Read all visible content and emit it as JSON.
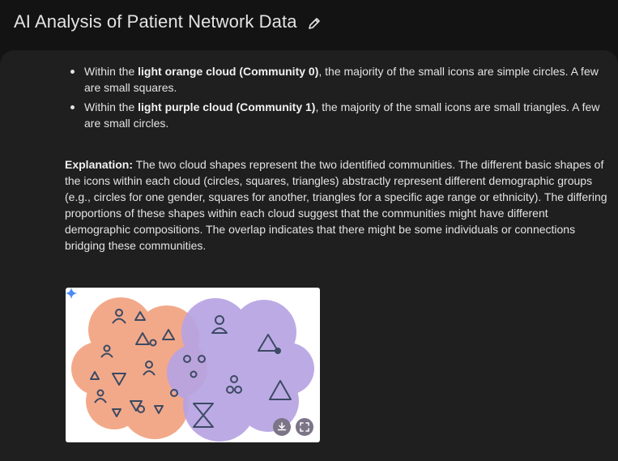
{
  "header": {
    "title": "AI Analysis of Patient Network Data"
  },
  "bullets": [
    {
      "pre": "Within the ",
      "bold": "light orange cloud (Community 0)",
      "post": ", the majority of the small icons are simple circles. A few are small squares."
    },
    {
      "pre": "Within the ",
      "bold": "light purple cloud (Community 1)",
      "post": ", the majority of the small icons are small triangles. A few are small circles."
    }
  ],
  "explanation": {
    "label": "Explanation:",
    "text": " The two cloud shapes represent the two identified communities. The different basic shapes of the icons within each cloud (circles, squares, triangles) abstractly represent different demographic groups (e.g., circles for one gender, squares for another, triangles for a specific age range or ethnicity). The differing proportions of these shapes within each cloud suggest that the communities might have different demographic compositions. The overlap indicates that there might be some individuals or connections bridging these communities."
  },
  "colors": {
    "background": "#131314",
    "panel": "#1f1f20",
    "orange_cloud": "#f2a98a",
    "purple_cloud": "#b7a3e3",
    "icon_stroke": "#3c4a63"
  },
  "icons": {
    "edit": "pencil-icon",
    "download": "download-icon",
    "fullscreen": "fullscreen-icon",
    "sparkle": "sparkle-icon"
  }
}
